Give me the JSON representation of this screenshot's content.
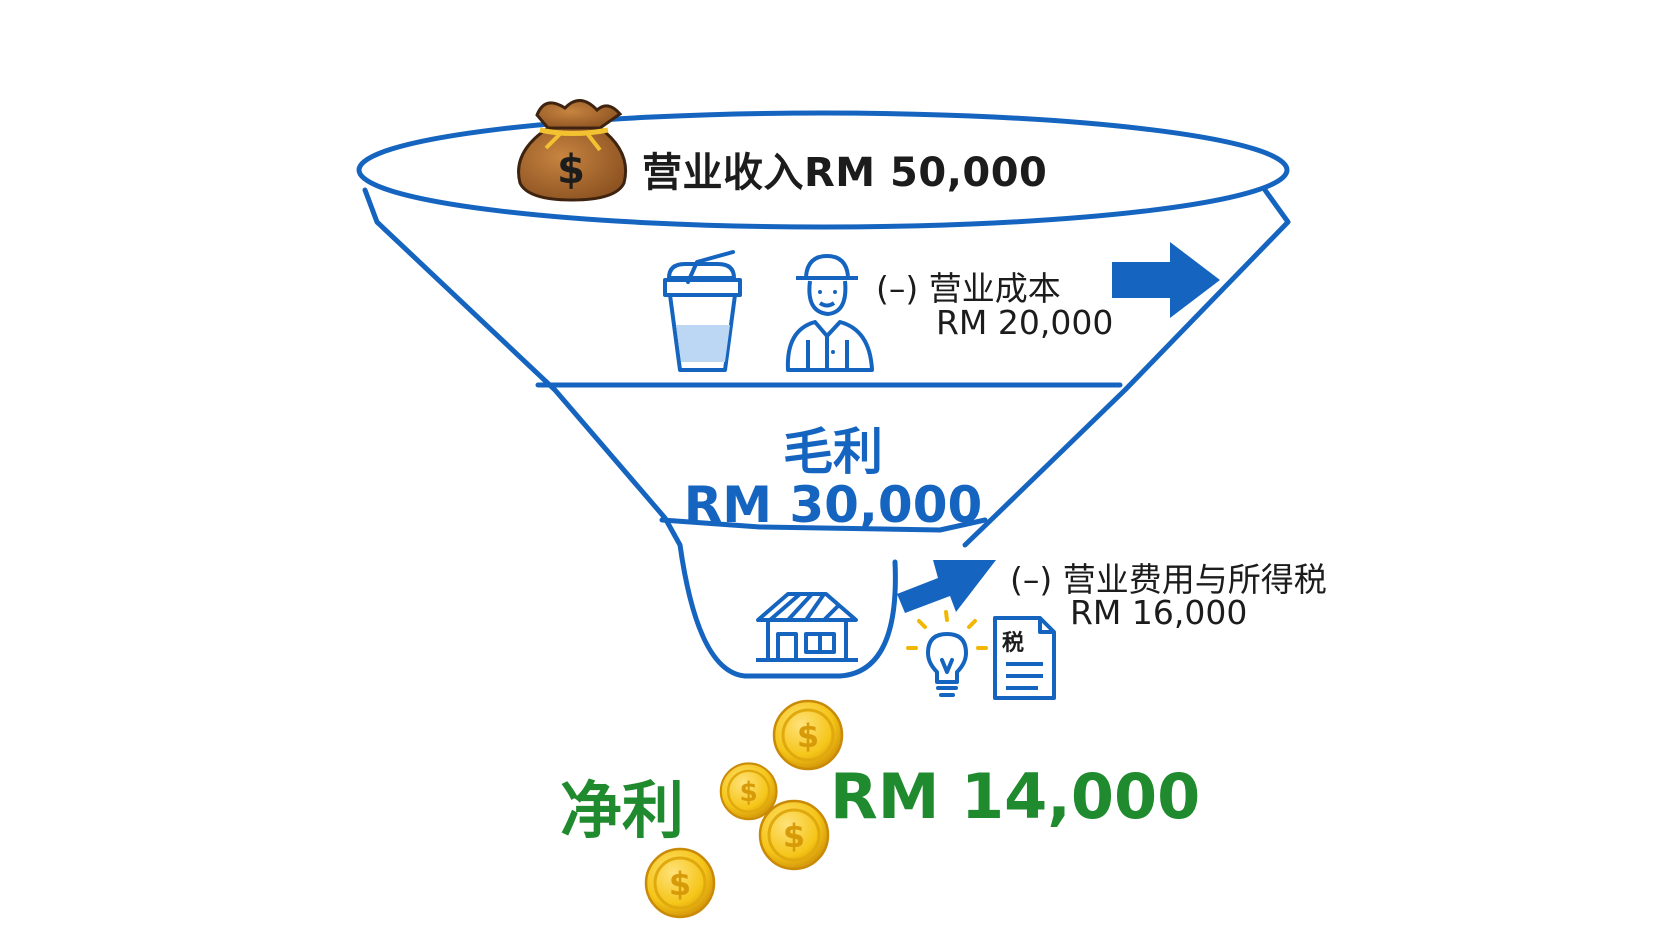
{
  "funnel": {
    "revenue": {
      "label": "营业收入RM 50,000"
    },
    "cost_of_sales": {
      "title": "(–) 营业成本",
      "value": "RM 20,000"
    },
    "gross_profit": {
      "title": "毛利",
      "value": "RM 30,000"
    },
    "operating_expenses": {
      "title": "(–) 营业费用与所得税",
      "value": "RM 16,000"
    },
    "net_profit": {
      "title": "净利",
      "value": "RM 14,000"
    },
    "tax_document": {
      "label": "税"
    }
  },
  "icons": {
    "money_bag": "money-bag-icon",
    "drink_cup": "drink-cup-icon",
    "worker": "worker-icon",
    "shop": "shop-icon",
    "lightbulb": "lightbulb-icon",
    "tax_document": "tax-document-icon",
    "coin": "coin-icon",
    "arrow": "arrow-right-icon"
  },
  "colors": {
    "funnel_stroke": "#1565c0",
    "arrow": "#1565c0",
    "net_profit": "#1f8a2e",
    "coin_gold": "#f5c518",
    "bag_brown": "#a0622d",
    "text": "#1c1c1c"
  }
}
